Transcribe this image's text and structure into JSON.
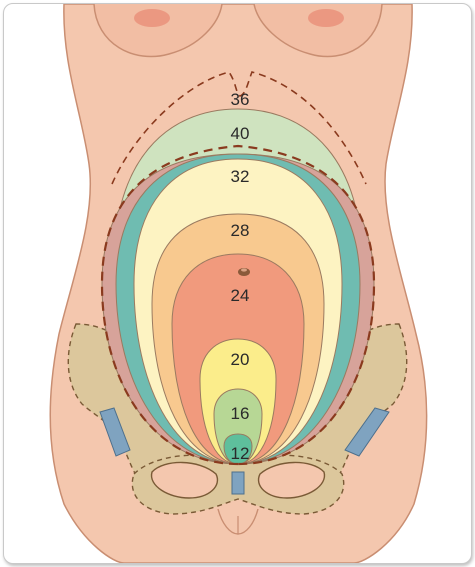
{
  "diagram": {
    "labels": {
      "w12": "12",
      "w16": "16",
      "w20": "20",
      "w24": "24",
      "w28": "28",
      "w32": "32",
      "w36": "36",
      "w40": "40"
    },
    "colors": {
      "skin": "#f4c7ae",
      "skin_outline": "#c98e72",
      "bone": "#dcc79c",
      "bone_outline": "#7a5a36",
      "cartilage": "#7fa3c0",
      "dashed_outline": "#8a3a1e",
      "week40": "#cfe3bf",
      "week36": "#d7a39a",
      "week32_band": "#6fbcb1",
      "week32": "#fdf3c2",
      "week28": "#f8c98f",
      "week24": "#f19a7d",
      "week20": "#fbed8b",
      "week16": "#b7d795",
      "week12": "#5ebf9c",
      "navel": "#8a5a3a"
    }
  }
}
